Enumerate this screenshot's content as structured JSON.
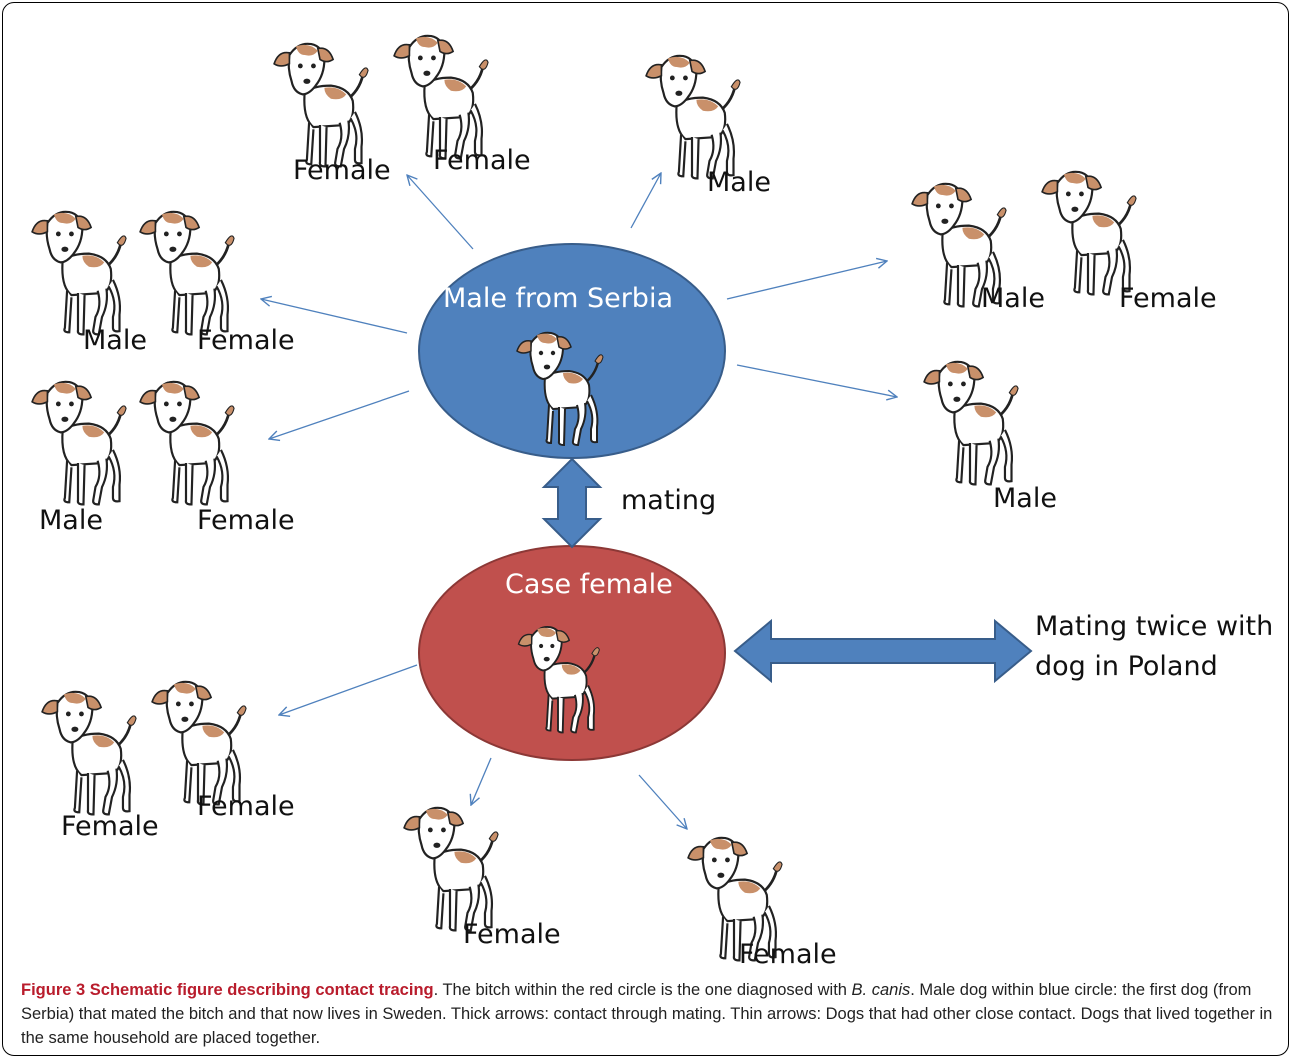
{
  "labels": {
    "top_left_1": "Female",
    "top_left_2": "Female",
    "top_mid": "Male",
    "top_right_1": "Male",
    "top_right_2": "Female",
    "left_upper_1": "Male",
    "left_upper_2": "Female",
    "left_lower_1": "Male",
    "left_lower_2": "Female",
    "right_single": "Male",
    "blue_circle": "Male from Serbia",
    "mating": "mating",
    "red_circle": "Case female",
    "poland": [
      "Mating twice with",
      "dog in Poland"
    ],
    "bottom_left_1": "Female",
    "bottom_left_2": "Female",
    "bottom_mid": "Female",
    "bottom_right": "Female"
  },
  "colors": {
    "blue": "#4f81bd",
    "red": "#c0504d",
    "arrow_thin": "#4f81bd",
    "dog_patch": "#c9906a"
  },
  "caption": {
    "title": "Figure 3 Schematic figure describing contact tracing",
    "t1": ". The bitch within the red circle is the one diagnosed with ",
    "organism": "B. canis",
    "t2": ". Male dog within blue circle: the first dog (from Serbia) that mated the bitch and that now lives in Sweden. Thick arrows: contact through mating. Thin arrows: Dogs that had other close contact. Dogs that lived together in the same household are placed together."
  }
}
